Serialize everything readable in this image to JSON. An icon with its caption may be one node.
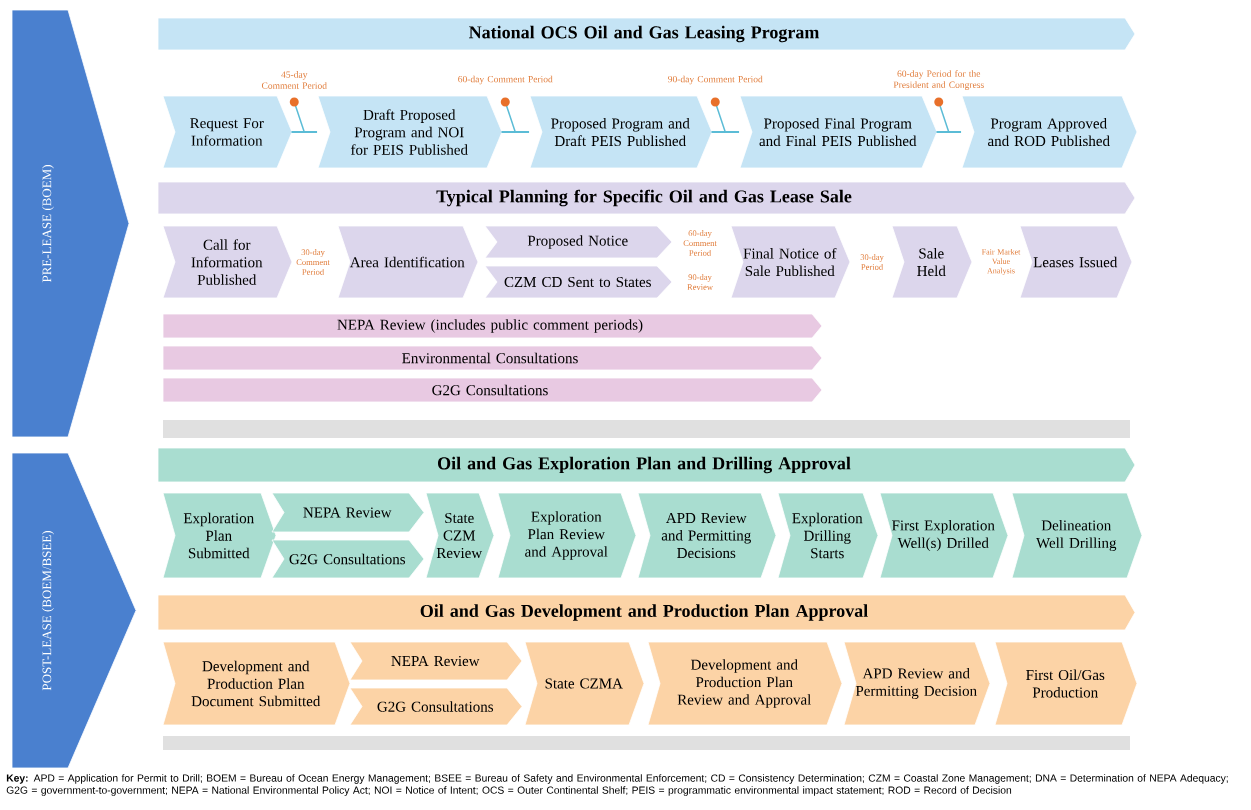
{
  "diagram": {
    "nodes": [
      {
        "text": [
          "PRE-LEASE (BOEM)"
        ]
      },
      {
        "text": [
          "POST-LEASE (BOEM/BSEE)"
        ]
      },
      {
        "text": [
          "National OCS Oil and Gas Leasing Program"
        ]
      },
      {
        "text": [
          "Request For Information"
        ]
      },
      {
        "text": [
          "Draft Proposed Program and NOI for PEIS Published"
        ]
      },
      {
        "text": [
          "Proposed Program and Draft PEIS Published"
        ]
      },
      {
        "text": [
          "Proposed Final Program and Final PEIS Published"
        ]
      },
      {
        "text": [
          "Program Approved and ROD Published"
        ]
      },
      {
        "text": [
          "Typical Planning for Specific Oil and Gas Lease Sale"
        ]
      },
      {
        "text": [
          "Call for Information Published"
        ]
      },
      {
        "text": [
          "Area Identification"
        ]
      },
      {
        "text": [
          "Proposed Notice"
        ]
      },
      {
        "text": [
          "CZM CD Sent to States"
        ]
      },
      {
        "text": [
          "Final Notice of Sale Published"
        ]
      },
      {
        "text": [
          "Sale Held"
        ]
      },
      {
        "text": [
          "Leases Issued"
        ]
      },
      {
        "text": [
          "NEPA Review (includes public comment periods)"
        ]
      },
      {
        "text": [
          "Environmental  Consultations"
        ]
      },
      {
        "text": [
          "G2G Consultations"
        ]
      },
      {
        "text": [
          "Oil and Gas Exploration Plan and Drilling Approval"
        ]
      },
      {
        "text": [
          "Exploration Plan Submitted"
        ]
      },
      {
        "text": [
          "NEPA Review"
        ]
      },
      {
        "text": [
          "G2G Consultations"
        ]
      },
      {
        "text": [
          "State CZM Review"
        ]
      },
      {
        "text": [
          "Exploration Plan Review and Approval"
        ]
      },
      {
        "text": [
          "APD Review and Permitting Decisions"
        ]
      },
      {
        "text": [
          "Exploration Drilling Starts"
        ]
      },
      {
        "text": [
          "First Exploration Well(s) Drilled"
        ]
      },
      {
        "text": [
          "Delineation Well Drilling"
        ]
      },
      {
        "text": [
          "Oil and Gas Development and Production Plan Approval"
        ]
      },
      {
        "text": [
          "Development and Production Plan Document Submitted"
        ]
      },
      {
        "text": [
          "NEPA Review"
        ]
      },
      {
        "text": [
          "G2G Consultations"
        ]
      },
      {
        "text": [
          "State CZMA"
        ]
      },
      {
        "text": [
          "Development and Production Plan Review and Approval"
        ]
      },
      {
        "text": [
          "APD Review and Permitting Decision"
        ]
      },
      {
        "text": [
          "First Oil/Gas Production"
        ]
      }
    ],
    "edges": [
      {
        "from": 3,
        "to": 4,
        "arrow": "none",
        "label": "45-day Comment Period"
      },
      {
        "from": 4,
        "to": 5,
        "arrow": "none",
        "label": "60-day Comment Period"
      },
      {
        "from": 5,
        "to": 6,
        "arrow": "none",
        "label": "90-day Comment Period"
      },
      {
        "from": 6,
        "to": 7,
        "arrow": "none",
        "label": "60-day Period for the President and Congress"
      }
    ],
    "labels": [
      "30-day Comment Period",
      "60-day Comment Period",
      "90-day Review",
      "30-day Period",
      "Fair Market Value Analysis",
      "**Key:** APD = Application for Permit to Drill; BOEM = Bureau of Ocean Energy Management; BSEE = Bureau of Safety and Environmental Enforcement; CD = Consistency Determination; CZM = Coastal Zone Management; DNA = Determination of NEPA Adequacy; G2G = government-to-government; NEPA = National Environmental Policy Act; NOI = Notice of Intent; OCS = Outer Continental Shelf; PEIS = programmatic environmental impact statement; ROD = Record of Decision"
    ]
  }
}
